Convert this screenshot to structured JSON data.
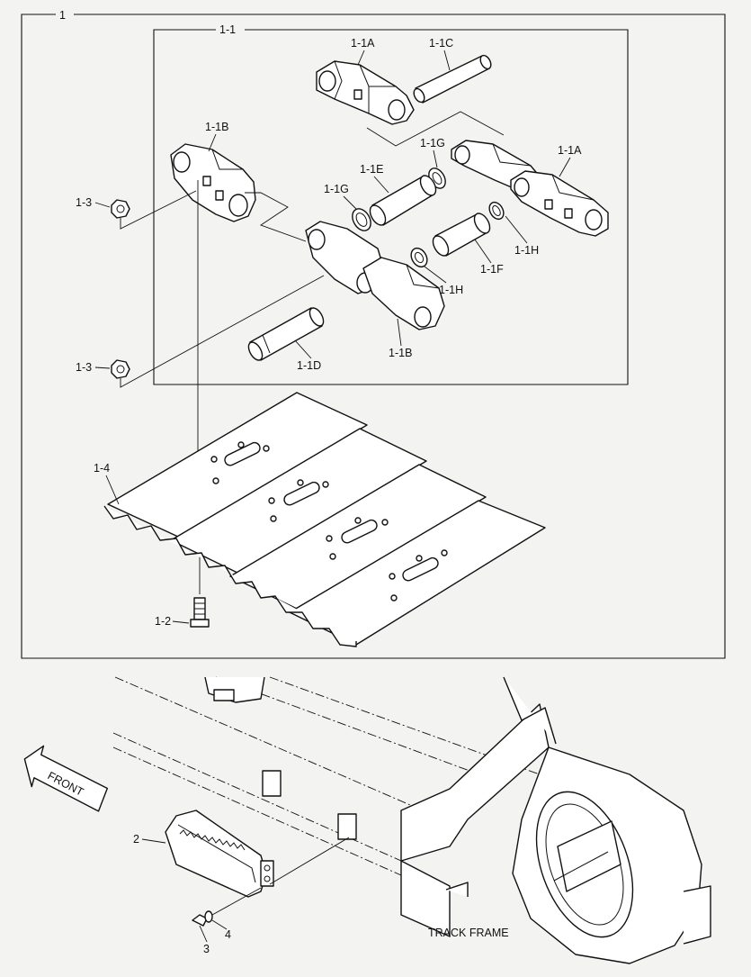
{
  "labels": {
    "assembly": "1",
    "link_assembly": "1-1",
    "link_1a_top": "1-1A",
    "link_1a_right": "1-1A",
    "pin_1c": "1-1C",
    "link_1b_left": "1-1B",
    "link_1b_bottom": "1-1B",
    "bushing_1e": "1-1E",
    "bushing_1f": "1-1F",
    "pin_1d": "1-1D",
    "seal_1g_upper": "1-1G",
    "seal_1g_left": "1-1G",
    "seal_1h_right": "1-1H",
    "seal_1h_lower": "1-1H",
    "nut_upper": "1-3",
    "nut_lower": "1-3",
    "shoe": "1-4",
    "bolt": "1-2",
    "guard": "2",
    "guard_bolt": "3",
    "washer": "4",
    "front_arrow": "FRONT",
    "track_frame": "TRACK FRAME"
  }
}
